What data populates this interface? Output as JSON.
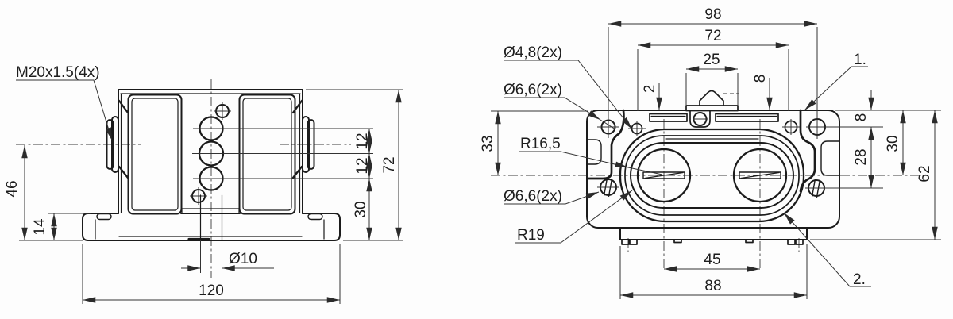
{
  "drawing": {
    "background": "#fdfdfd",
    "line_color": "#1b1b1b",
    "dim_color": "#333333",
    "type": "2-view mechanical dimension drawing"
  },
  "left_view": {
    "name": "front view",
    "thread_callout": "M20x1.5(4x)",
    "dims": {
      "height_46": "46",
      "flange_height_14": "14",
      "slot_dia": "Ø10",
      "base_width_120": "120",
      "hole_pitch_12a": "12",
      "hole_pitch_12b": "12",
      "bottom_offset_30": "30",
      "overall_height_72": "72"
    }
  },
  "right_view": {
    "name": "top view",
    "callouts": {
      "small_holes": "Ø4,8(2x)",
      "top_holes": "Ø6,6(2x)",
      "inner_radius": "R16,5",
      "bottom_holes": "Ø6,6(2x)",
      "outer_radius": "R19",
      "ref_1": "1.",
      "ref_2": "2."
    },
    "dims": {
      "hole_span_98": "98",
      "rail_span_72": "72",
      "tab_width_25": "25",
      "offset_2": "2",
      "offset_8_top": "8",
      "edge_to_center_33": "33",
      "edge_to_hole_8": "8",
      "hole_pitch_28": "28",
      "edge_to_center_30": "30",
      "overall_height_62": "62",
      "bore_pitch_45": "45",
      "body_width_88": "88"
    }
  }
}
